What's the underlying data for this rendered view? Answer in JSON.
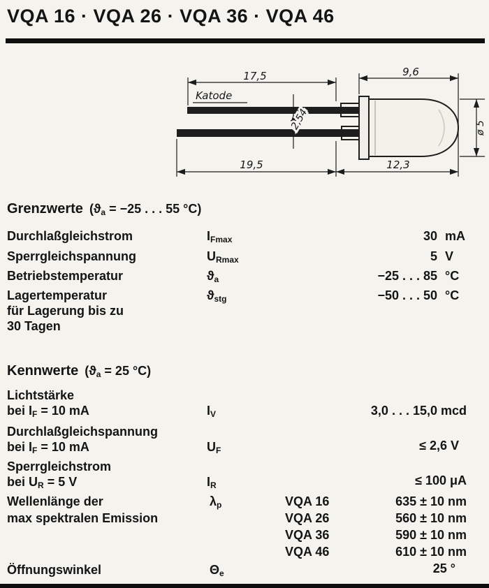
{
  "header": {
    "title": "VQA 16 · VQA 26 · VQA 36 · VQA 46"
  },
  "drawing": {
    "katode_label": "Katode",
    "dim_lead_top": "17,5",
    "dim_body_top": "9,6",
    "dim_lead_pitch": "2,54",
    "dim_lead_bottom": "19,5",
    "dim_body_bottom": "12,3",
    "dim_diameter": "ø 5"
  },
  "grenzwerte": {
    "heading": "Grenzwerte",
    "cond_pre": "(ϑ",
    "cond_sub": "a",
    "cond_post": " = −25 . . . 55 °C)",
    "rows": [
      {
        "label": "Durchlaßgleichstrom",
        "sym_base": "I",
        "sym_sub": "Fmax",
        "value": "30",
        "unit": "mA"
      },
      {
        "label": "Sperrgleichspannung",
        "sym_base": "U",
        "sym_sub": "Rmax",
        "value": "5",
        "unit": "V"
      },
      {
        "label": "Betriebstemperatur",
        "sym_base": "ϑ",
        "sym_sub": "a",
        "value": "−25 . . . 85",
        "unit": "°C"
      },
      {
        "label": "Lagertemperatur",
        "label_line2": "für Lagerung bis zu",
        "label_line3": "30 Tagen",
        "sym_base": "ϑ",
        "sym_sub": "stg",
        "value": "−50 . . . 50",
        "unit": "°C"
      }
    ]
  },
  "kennwerte": {
    "heading": "Kennwerte",
    "cond_pre": "(ϑ",
    "cond_sub": "a",
    "cond_post": " = 25 °C)",
    "lichtstaerke": {
      "label": "Lichtstärke",
      "cond_pre": "bei ",
      "cond_base": "I",
      "cond_sub": "F",
      "cond_post": " = 10 mA",
      "sym_base": "I",
      "sym_sub": "V",
      "value": "3,0 . . . 15,0 mcd"
    },
    "durchlassspannung": {
      "label": "Durchlaßgleichspannung",
      "cond_pre": "bei ",
      "cond_base": "I",
      "cond_sub": "F",
      "cond_post": " = 10 mA",
      "sym_base": "U",
      "sym_sub": "F",
      "value": "≤ 2,6 V"
    },
    "sperrstrom": {
      "label": "Sperrgleichstrom",
      "cond_pre": "bei ",
      "cond_base": "U",
      "cond_sub": "R",
      "cond_post": " = 5 V",
      "sym_base": "I",
      "sym_sub": "R",
      "value": "≤ 100 μA"
    },
    "wellenlaenge": {
      "label_line1": "Wellenlänge der",
      "label_line2": "max spektralen Emission",
      "sym_base": "λ",
      "sym_sub": "p",
      "variants": [
        {
          "name": "VQA 16",
          "value": "635 ± 10 nm"
        },
        {
          "name": "VQA 26",
          "value": "560 ± 10 nm"
        },
        {
          "name": "VQA 36",
          "value": "590 ± 10 nm"
        },
        {
          "name": "VQA 46",
          "value": "610 ± 10 nm"
        }
      ]
    },
    "oeffnungswinkel": {
      "label": "Öffnungswinkel",
      "sym_base": "Θ",
      "sym_sub": "e",
      "value": "25 °"
    }
  }
}
